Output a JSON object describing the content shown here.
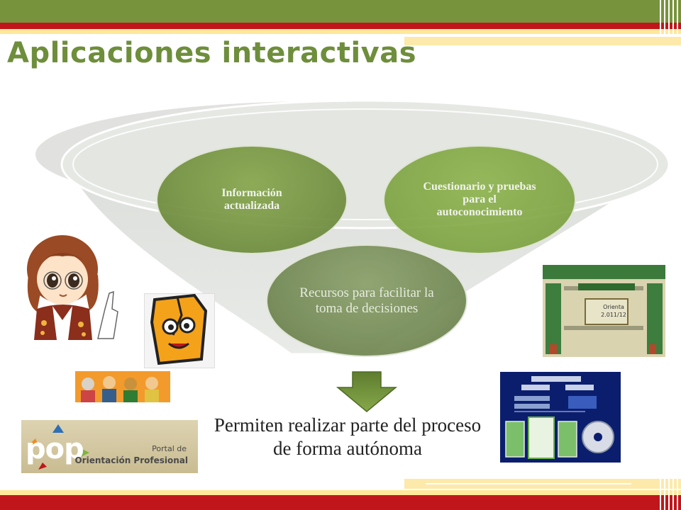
{
  "title": "Aplicaciones interactivas",
  "diagram": {
    "circles": [
      {
        "label": "Información actualizada"
      },
      {
        "label": "Cuestionario y pruebas para el autoconocimiento"
      },
      {
        "label": "Recursos para facilitar la toma de decisiones"
      }
    ],
    "caption": "Permiten realizar parte del proceso de forma autónoma"
  },
  "images": {
    "oriente_sign": "Orienta 2.011/12",
    "pop_logo_text": "pop",
    "pop_portal_line1": "Portal de",
    "pop_portal_line2": "Orientación Profesional"
  },
  "colors": {
    "header_green": "#77933c",
    "red_stripe": "#c0161b",
    "yellow_stripe": "#ffe89a",
    "circle_dark": "#6f8d3d",
    "circle_light": "#7fa443",
    "title_green": "#6e8e3c"
  }
}
